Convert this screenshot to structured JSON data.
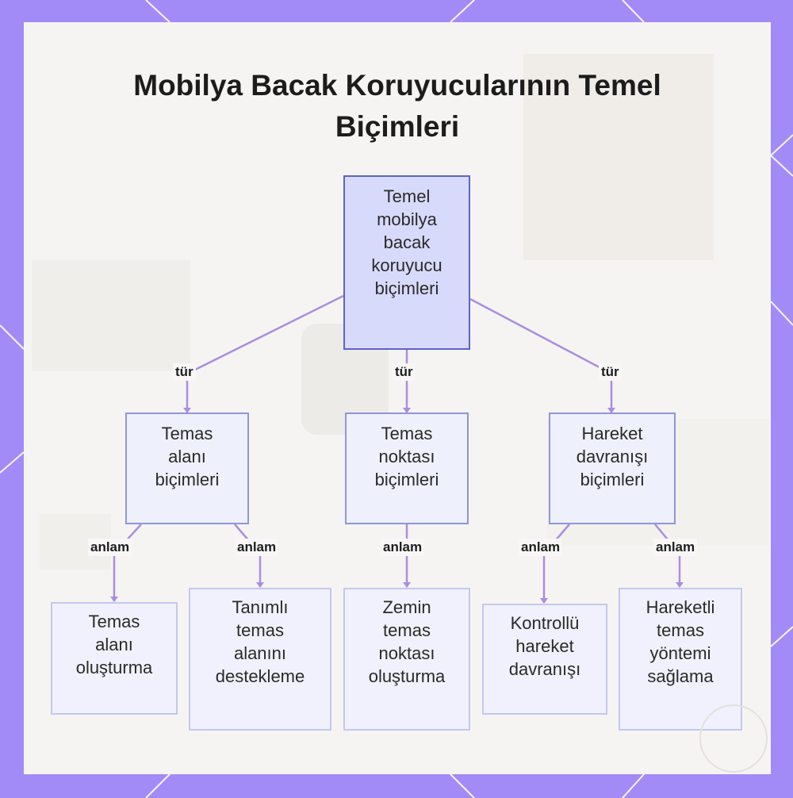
{
  "title": {
    "line1": "Mobilya Bacak Koruyucularının Temel",
    "line2": "Biçimleri"
  },
  "root": {
    "label": "Temel\nmobilya\nbacak\nkoruyucu\nbiçimleri"
  },
  "categories": [
    {
      "label": "Temas\nalanı\nbiçimleri",
      "edge": "tür"
    },
    {
      "label": "Temas\nnoktası\nbiçimleri",
      "edge": "tür"
    },
    {
      "label": "Hareket\ndavranışı\nbiçimleri",
      "edge": "tür"
    }
  ],
  "leaves": [
    {
      "label": "Temas\nalanı\noluşturma",
      "edge": "anlam"
    },
    {
      "label": "Tanımlı\ntemas\nalanını\ndestekleme",
      "edge": "anlam"
    },
    {
      "label": "Zemin\ntemas\nnoktası\noluşturma",
      "edge": "anlam"
    },
    {
      "label": "Kontrollü\nhareket\ndavranışı",
      "edge": "anlam"
    },
    {
      "label": "Hareketli\ntemas\nyöntemi\nsağlama",
      "edge": "anlam"
    }
  ],
  "colors": {
    "frame": "#a28bf7",
    "connector": "#a98ee0",
    "root_fill": "#d8dafb",
    "node_fill": "#eef0fb"
  }
}
